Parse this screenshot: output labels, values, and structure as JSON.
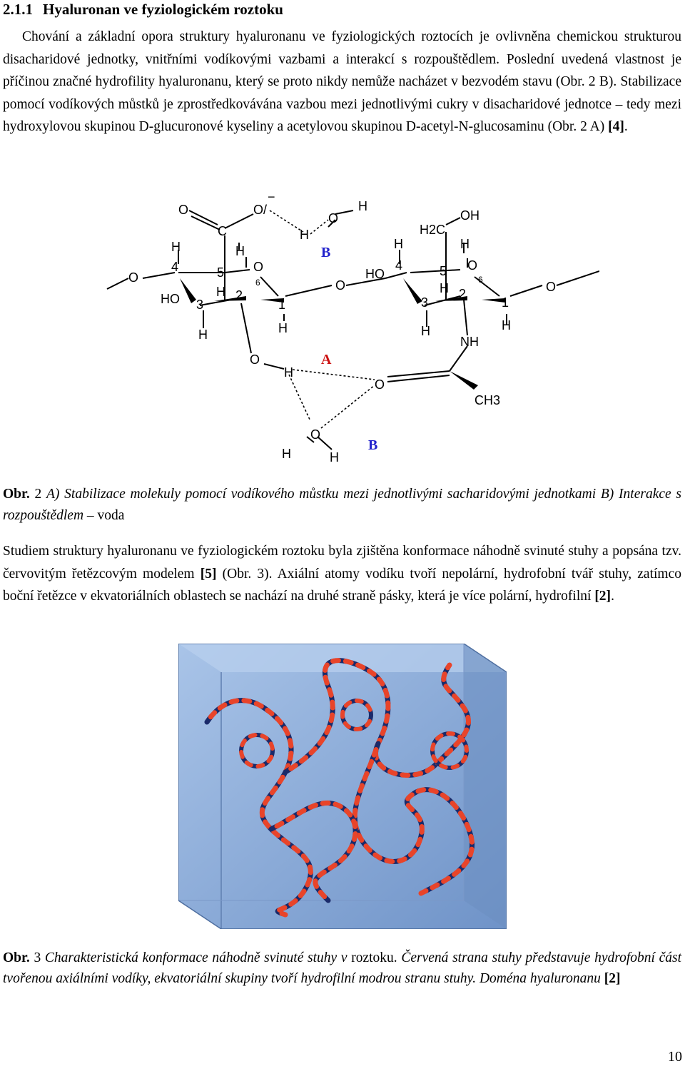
{
  "section": {
    "number": "2.1.1",
    "title": "Hyaluronan ve fyziologickém roztoku"
  },
  "paragraph1": {
    "part1": "Chování a základní opora struktury hyaluronanu ve fyziologických roztocích je ovlivněna chemickou strukturou disacharidové jednotky, vnitřními vodíkovými vazbami a interakcí s rozpouštědlem. Poslední uvedená vlastnost je příčinou značné hydrofility hyaluronanu, který se proto nikdy nemůže nacházet v bezvodém stavu (Obr. 2 B). Stabilizace pomocí vodíkových můstků je zprostředkovávána vazbou mezi jednotlivými cukry v disacharidové jednotce – tedy mezi hydroxylovou skupinou D-glucuronové kyseliny a acetylovou skupinou D-acetyl-N-glucosaminu (Obr. 2 A)",
    "citation": "[4]",
    "end": "."
  },
  "figure2": {
    "labels": {
      "o_top_left": "O",
      "c": "C",
      "o_minus": "O/",
      "minus": "−",
      "h_top": "H",
      "o_water_top": "O",
      "h_water_top": "H",
      "b_top": "B",
      "h4a": "H",
      "n4a": "4",
      "h5a": "H",
      "n5a": "5",
      "o6a": "O",
      "n6a": "6",
      "o_left_end": "O",
      "ho_left": "HO",
      "n3a": "3",
      "h2a": "H",
      "n2a": "2",
      "n1a": "1",
      "h3a": "H",
      "h1a": "H",
      "o_bridge": "O",
      "h2c": "H2C",
      "oh_top": "OH",
      "h4b": "H",
      "ho_right": "HO",
      "n4b": "4",
      "h5b": "H",
      "n5b": "5",
      "o6b": "O",
      "n6b": "6",
      "n3b": "3",
      "h2b": "H",
      "n2b": "2",
      "n1b": "1",
      "o_right_end": "O",
      "h3b": "H",
      "h1b": "H",
      "nh": "NH",
      "o_oh": "O",
      "h_oh": "H",
      "a_label": "A",
      "o_carbonyl": "O",
      "ch3": "CH3",
      "o_water_bot": "O",
      "h_water_bot1": "H",
      "h_water_bot2": "H",
      "b_bottom": "B"
    },
    "caption": {
      "label": "Obr.",
      "number": "2",
      "text_italic": "A) Stabilizace molekuly pomocí vodíkového můstku mezi jednotlivými sacharidovými jednotkami B) Interakce s rozpouštědlem",
      "text_normal": "– voda"
    }
  },
  "paragraph2": {
    "part1": "Studiem struktury hyaluronanu ve fyziologickém roztoku byla zjištěna konformace náhodně svinuté stuhy a popsána tzv. červovitým řetězcovým modelem",
    "citation1": "[5]",
    "part2": "(Obr. 3). Axiální atomy vodíku tvoří nepolární, hydrofobní tvář stuhy, zatímco boční řetězce v ekvatoriálních oblastech se nachází na druhé straně pásky, která je více polární, hydrofilní",
    "citation2": "[2]",
    "end": "."
  },
  "figure3": {
    "caption": {
      "label": "Obr.",
      "number": "3",
      "italic1": "Charakteristická konformace náhodně svinuté stuhy v",
      "normal1": "roztoku.",
      "italic2": "Červená strana stuhy představuje hydrofobní část tvořenou axiálními vodíky, ekvatoriální skupiny tvoří hydrofilní modrou stranu stuhy. Doména hyaluronanu",
      "citation": "[2]"
    }
  },
  "page_number": "10",
  "colors": {
    "text": "#000000",
    "label_blue": "#2222cc",
    "label_red": "#cc1111",
    "box_face": "#8fb0dd",
    "box_edge": "#5f7fb0",
    "ribbon_red": "#e8442a",
    "ribbon_blue": "#1a2a6a"
  }
}
